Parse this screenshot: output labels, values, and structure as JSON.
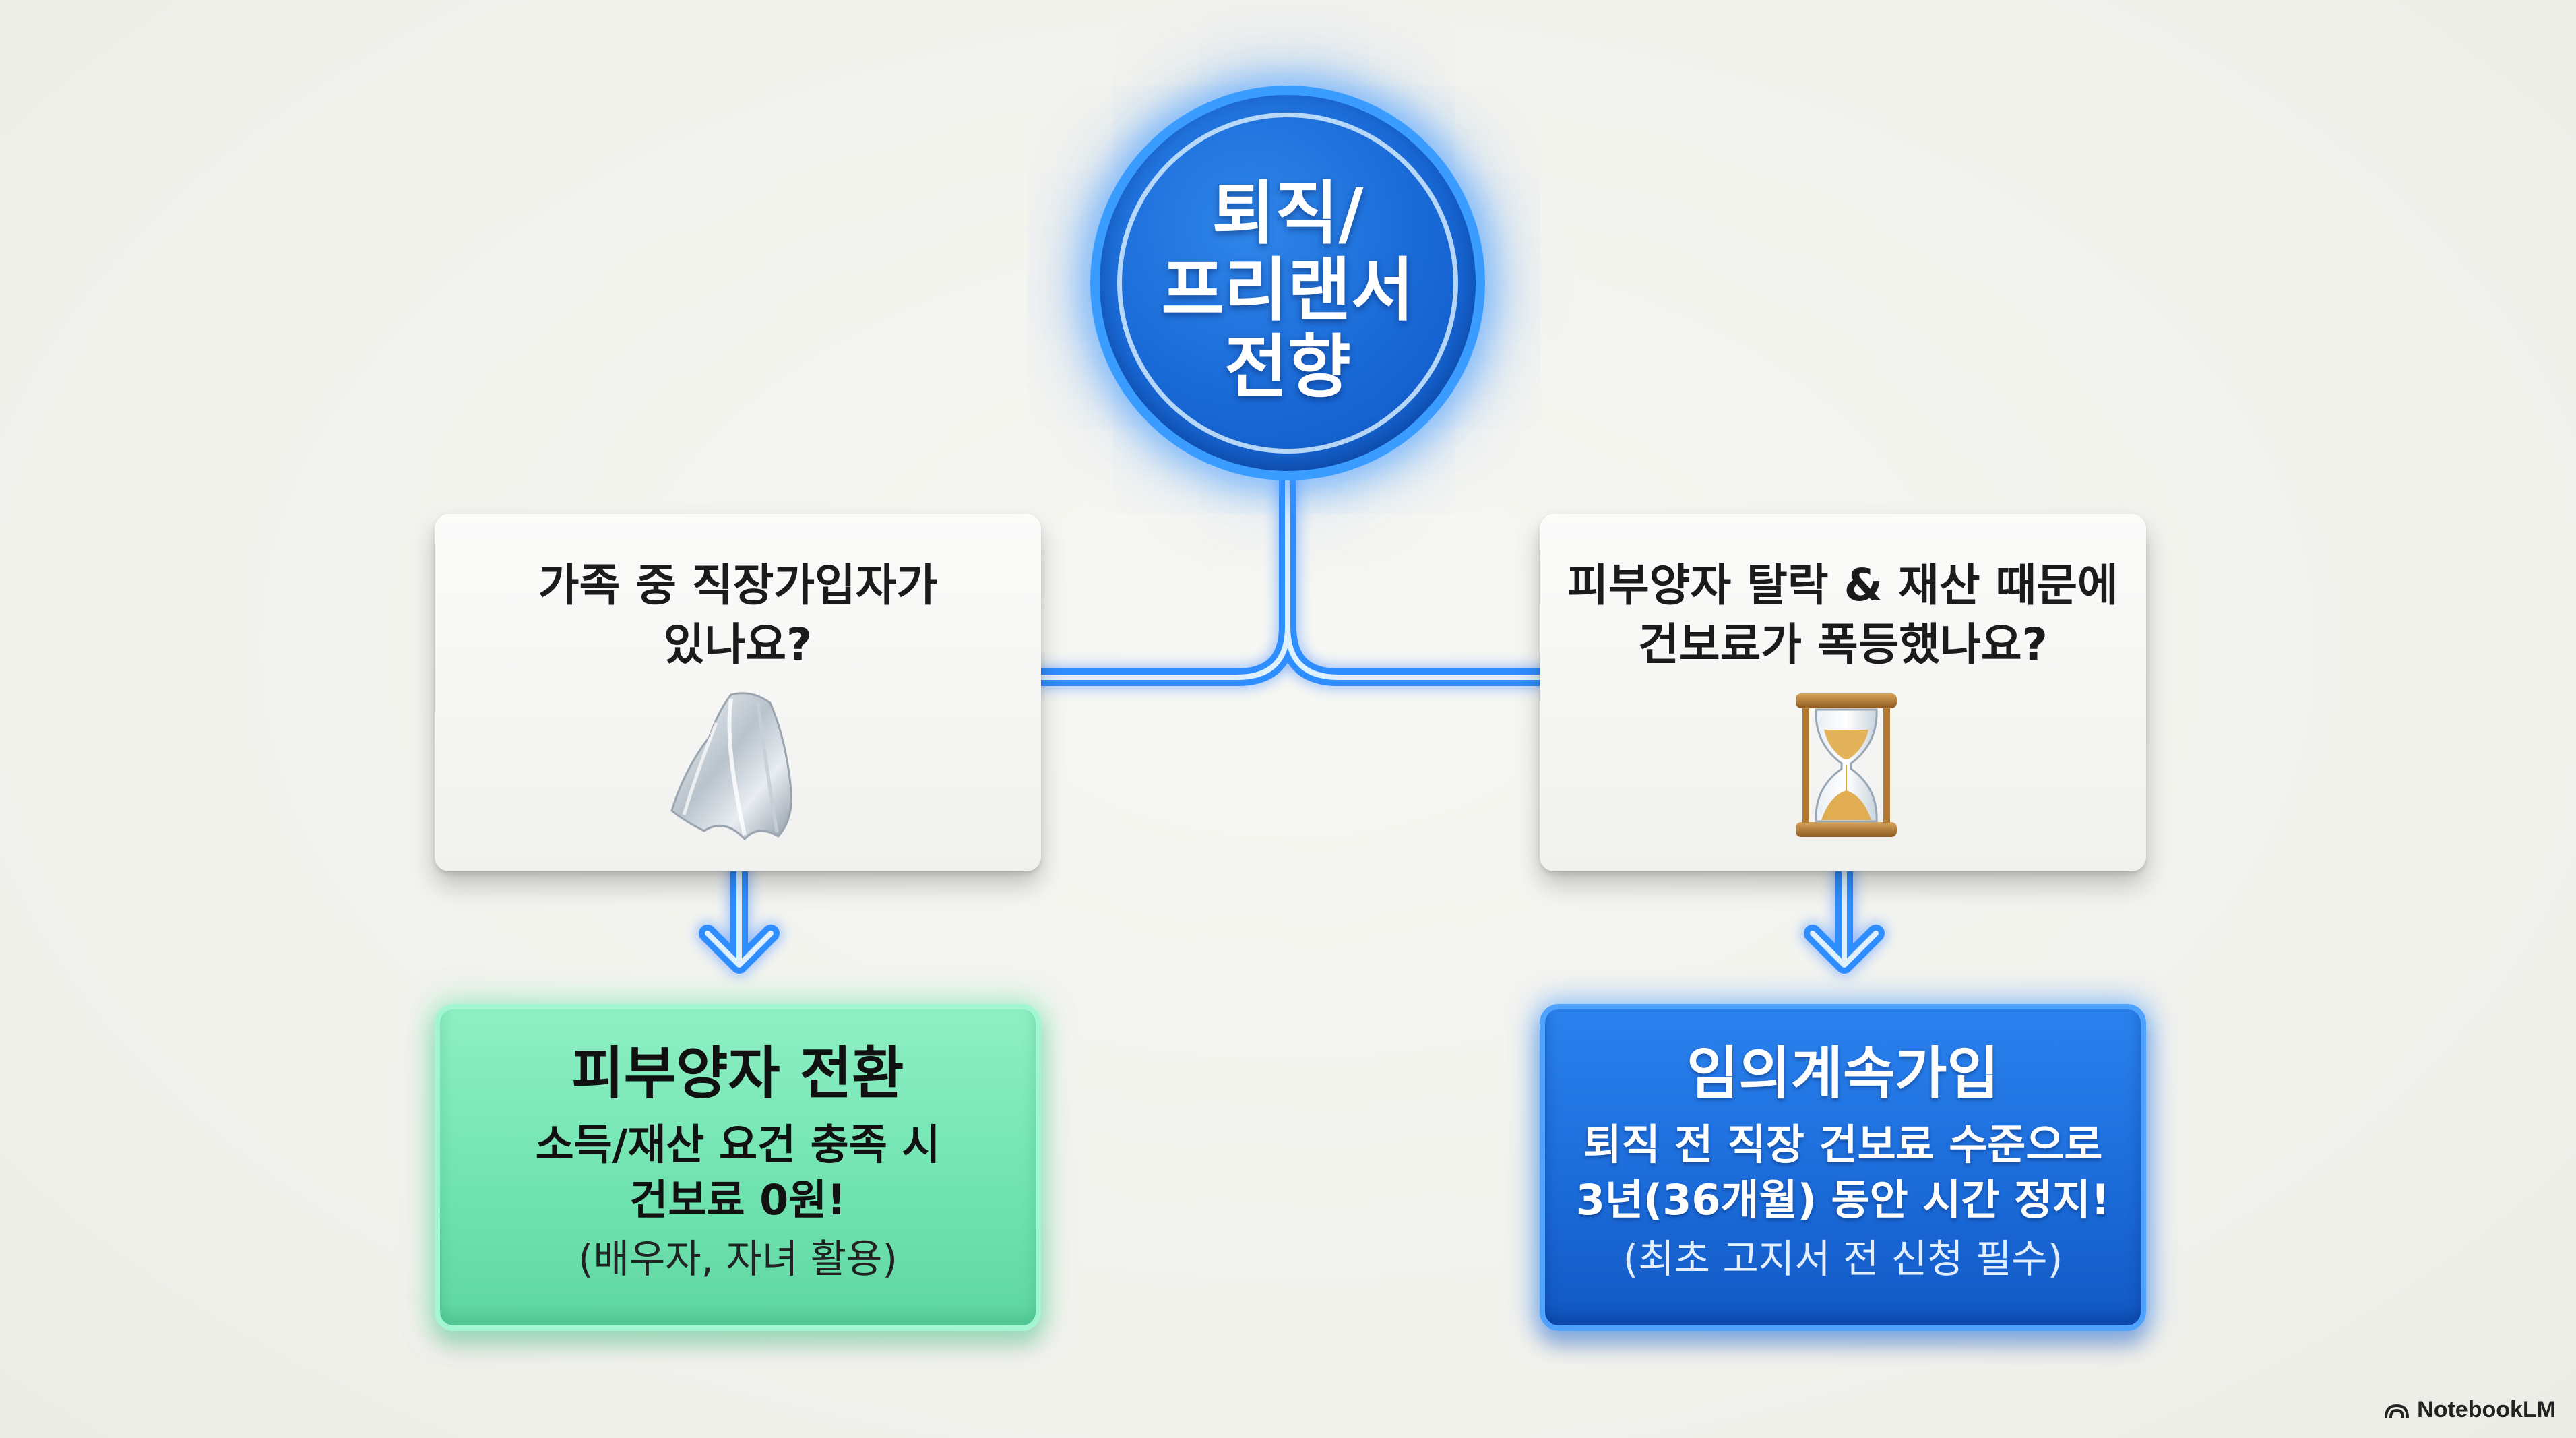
{
  "root": {
    "title": "퇴직/\n프리랜서\n전향"
  },
  "branches": [
    {
      "question": "가족 중 직장가입자가\n있나요?",
      "icon": "cape-icon",
      "result_title": "피부양자 전환",
      "result_body": "소득/재산 요건 충족 시\n건보료 0원!",
      "result_note": "(배우자, 자녀 활용)",
      "result_color": "#6fe2b0"
    },
    {
      "question": "피부양자 탈락 & 재산 때문에\n건보료가 폭등했나요?",
      "icon": "hourglass-icon",
      "result_title": "임의계속가입",
      "result_body": "퇴직 전 직장 건보료 수준으로\n3년(36개월) 동안 시간 정지!",
      "result_note": "(최초 고지서 전 신청 필수)",
      "result_color": "#1a6ad8"
    }
  ],
  "colors": {
    "accent": "#1868d6",
    "connector": "#3b9cff",
    "card": "#f6f6f4"
  },
  "watermark": {
    "text": "NotebookLM"
  }
}
